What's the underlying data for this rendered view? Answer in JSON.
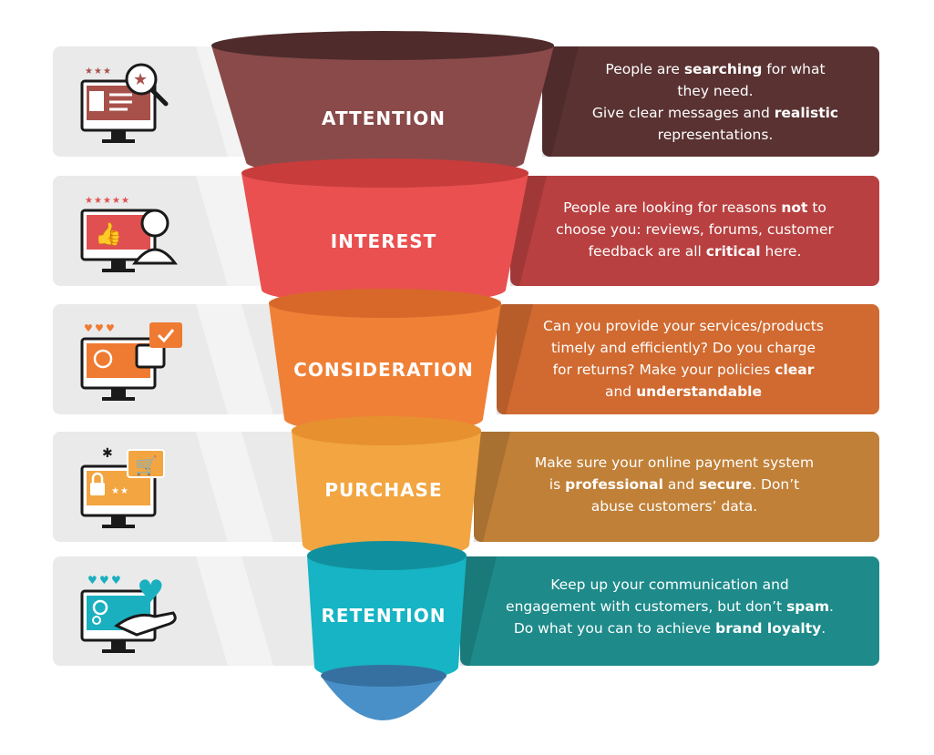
{
  "colors": {
    "panel_grey": "#eaeaea",
    "panel_grey_light": "#f3f3f3",
    "icon_dark": "#1a1a1a"
  },
  "stages": [
    {
      "label": "ATTENTION",
      "icon": "monitor-search-star-icon",
      "panel_color": "#5a3232",
      "funnel_color": "#8a4a4a",
      "funnel_top_color": "#4f2b2b",
      "icon_accent": "#a8504a",
      "desc": [
        [
          "People are ",
          {
            "b": "searching"
          },
          " for what"
        ],
        [
          "they need."
        ],
        [
          "Give clear messages and ",
          {
            "b": "realistic"
          }
        ],
        [
          "representations."
        ]
      ]
    },
    {
      "label": "INTEREST",
      "icon": "monitor-thumbs-up-user-icon",
      "panel_color": "#b84040",
      "funnel_color": "#ea5050",
      "funnel_top_color": "#c83c3c",
      "icon_accent": "#e05050",
      "desc": [
        [
          "People are looking for reasons ",
          {
            "b": "not"
          },
          " to"
        ],
        [
          "choose you: reviews, forums, customer"
        ],
        [
          "feedback are all ",
          {
            "b": "critical"
          },
          " here."
        ]
      ]
    },
    {
      "label": "CONSIDERATION",
      "icon": "monitor-chat-check-icon",
      "panel_color": "#d06a30",
      "funnel_color": "#f08036",
      "funnel_top_color": "#d8682a",
      "icon_accent": "#ef7a32",
      "desc": [
        [
          "Can you provide your services/products"
        ],
        [
          "timely and efficiently? Do you charge"
        ],
        [
          "for returns? Make your policies ",
          {
            "b": "clear"
          }
        ],
        [
          "and ",
          {
            "b": "understandable"
          }
        ]
      ]
    },
    {
      "label": "PURCHASE",
      "icon": "monitor-cart-lock-icon",
      "panel_color": "#c08038",
      "funnel_color": "#f2a540",
      "funnel_top_color": "#e69030",
      "icon_accent": "#f2a540",
      "desc": [
        [
          "Make sure your online payment system"
        ],
        [
          "is ",
          {
            "b": "professional"
          },
          " and ",
          {
            "b": "secure"
          },
          ". Don’t"
        ],
        [
          "abuse customers’ data."
        ]
      ]
    },
    {
      "label": "RETENTION",
      "icon": "monitor-heart-hand-icon",
      "panel_color": "#1e8a8a",
      "funnel_color": "#16b4c4",
      "funnel_top_color": "#10909e",
      "icon_accent": "#1ab0c0",
      "desc": [
        [
          "Keep up your communication and"
        ],
        [
          "engagement with customers, but don’t ",
          {
            "b": "spam"
          },
          "."
        ],
        [
          "Do what you can to achieve ",
          {
            "b": "brand loyalty"
          },
          "."
        ]
      ]
    }
  ],
  "bottom_cap_color": "#4a90c8",
  "bottom_cap_top_color": "#3570a0"
}
